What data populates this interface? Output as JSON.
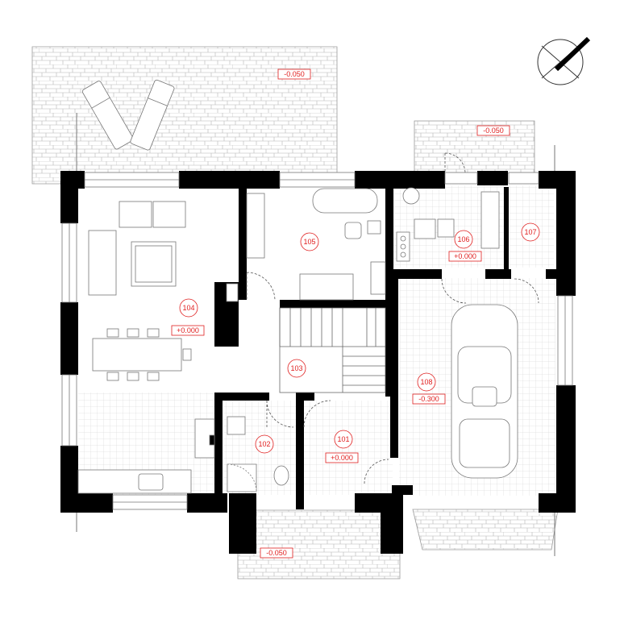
{
  "rooms": [
    {
      "number": "101"
    },
    {
      "number": "102"
    },
    {
      "number": "103"
    },
    {
      "number": "104"
    },
    {
      "number": "105"
    },
    {
      "number": "106"
    },
    {
      "number": "107"
    },
    {
      "number": "108"
    }
  ],
  "levels": [
    {
      "value": "-0.050"
    },
    {
      "value": "-0.050"
    },
    {
      "value": "-0.050"
    },
    {
      "value": "+0.000"
    },
    {
      "value": "+0.000"
    },
    {
      "value": "+0.000"
    },
    {
      "value": "-0.300"
    }
  ],
  "north_arrow": {
    "icon": "north-arrow-icon"
  },
  "colors": {
    "walls": "#000000",
    "labels": "#e02020",
    "lines": "#9a9a9a"
  }
}
